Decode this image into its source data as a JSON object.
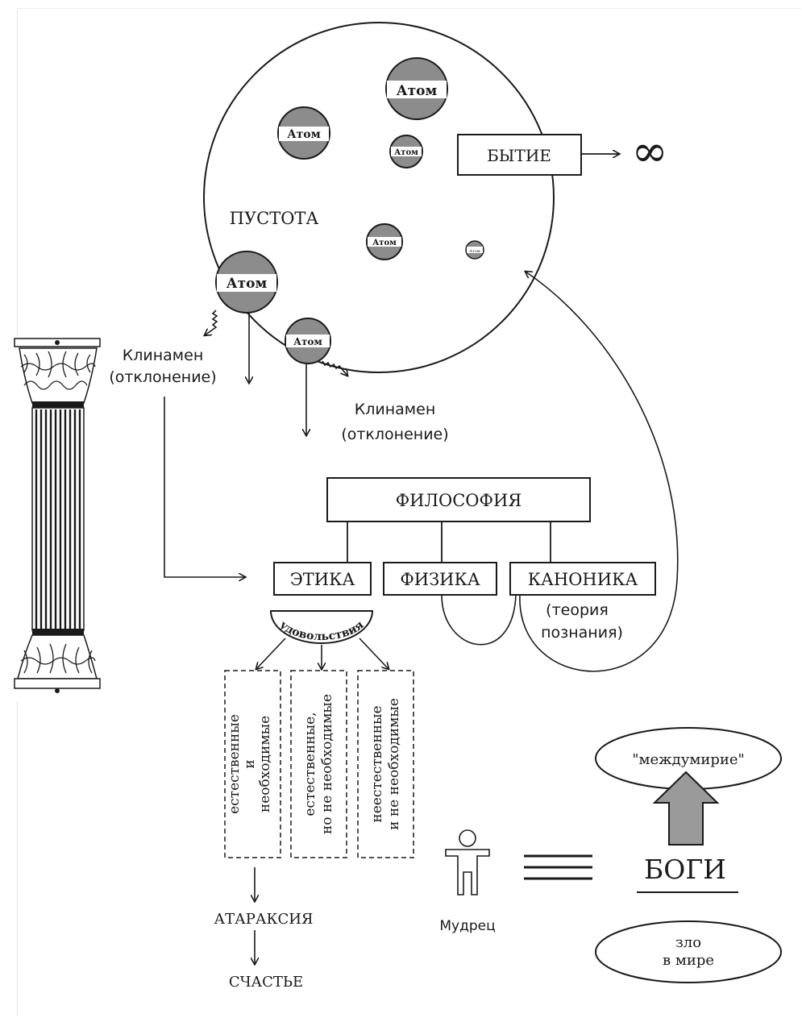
{
  "atoms": [
    "Атом",
    "Атом",
    "Атом",
    "Атом",
    "Атом",
    "Атом",
    "Атом"
  ],
  "void_label": "ПУСТОТА",
  "being_label": "БЫТИЕ",
  "infinity_symbol": "∞",
  "clinamen_left": {
    "line1": "Клинамен",
    "line2": "(отклонение)"
  },
  "clinamen_right": {
    "line1": "Клинамен",
    "line2": "(отклонение)"
  },
  "philosophy_label": "ФИЛОСОФИЯ",
  "branches": {
    "ethics": "ЭТИКА",
    "physics": "ФИЗИКА",
    "canonics": "КАНОНИКА"
  },
  "canonics_note": {
    "line1": "(теория",
    "line2": "познания)"
  },
  "pleasures_label": "удовольствия",
  "desires": [
    {
      "line1": "естественные",
      "line2": "и",
      "line3": "необходимые"
    },
    {
      "line1": "естественные,",
      "line2": "но не необходимые"
    },
    {
      "line1": "неестественные",
      "line2": "и не необходимые"
    }
  ],
  "ataraxia_label": "АТАРАКСИЯ",
  "happiness_label": "СЧАСТЬЕ",
  "sage_label": "Мудрец",
  "gods_label": "БОГИ",
  "intermundia_label": "\"междумирие\"",
  "evil_label": {
    "line1": "зло",
    "line2": "в мире"
  },
  "colors": {
    "ink": "#1a1a1a",
    "atom_fill": "#8c8c8c",
    "atom_band": "#ffffff",
    "background": "#ffffff"
  }
}
